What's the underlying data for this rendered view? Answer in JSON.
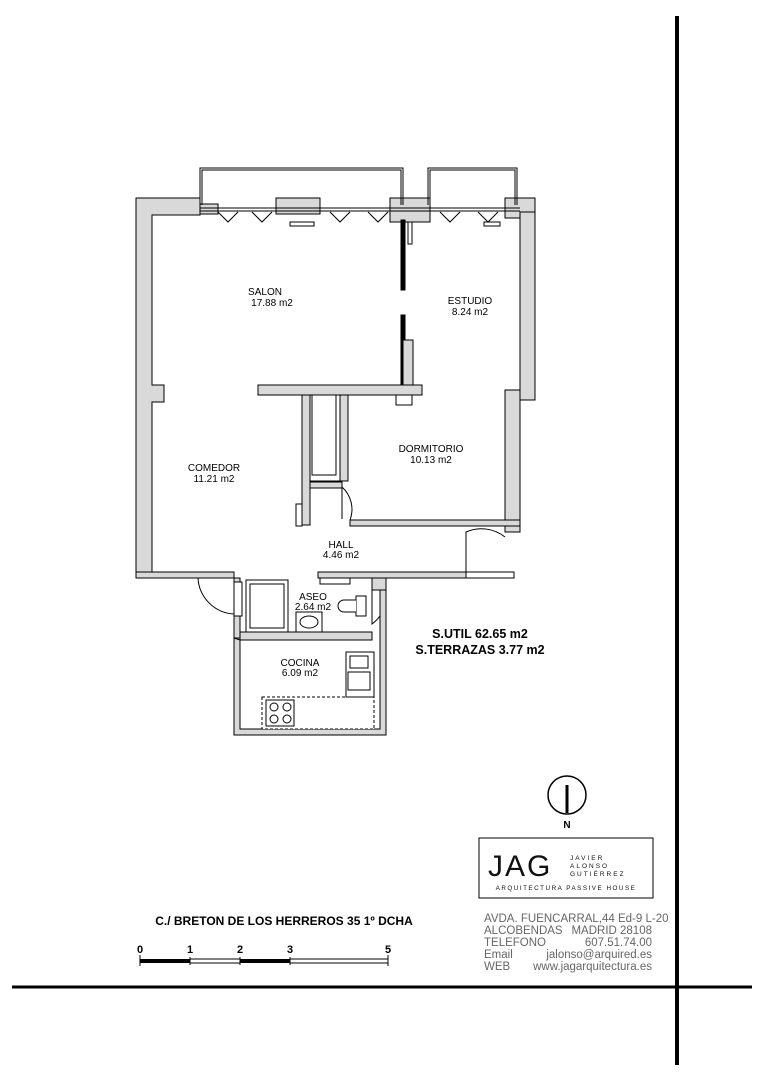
{
  "rooms": [
    {
      "name": "SALON",
      "area": "17.88 m2"
    },
    {
      "name": "ESTUDIO",
      "area": "8.24 m2"
    },
    {
      "name": "DORMITORIO",
      "area": "10.13 m2"
    },
    {
      "name": "COMEDOR",
      "area": "11.21 m2"
    },
    {
      "name": "HALL",
      "area": "4.46 m2"
    },
    {
      "name": "ASEO",
      "area": "2.64 m2"
    },
    {
      "name": "COCINA",
      "area": "6.09 m2"
    }
  ],
  "totals": {
    "util": "S.UTIL 62.65 m2",
    "terrazas": "S.TERRAZAS 3.77 m2"
  },
  "north": "N",
  "address": "C./ BRETON DE LOS HERREROS 35 1º DCHA",
  "scale": {
    "ticks": [
      "0",
      "1",
      "2",
      "3",
      "5"
    ]
  },
  "logo": {
    "mark": "JAG",
    "name_lines": [
      "JAVIER",
      "ALONSO",
      "GUTIÉRREZ"
    ],
    "tagline": "ARQUITECTURA PASSIVE HOUSE"
  },
  "contact": {
    "line1": "AVDA. FUENCARRAL,44  Ed-9 L-20",
    "city": "ALCOBENDAS",
    "postal": "MADRID 28108",
    "phone_label": "TELEFONO",
    "phone": "607.51.74.00",
    "email_label": "Email",
    "email": "jalonso@arquired.es",
    "web_label": "WEB",
    "web": "www.jagarquitectura.es"
  }
}
